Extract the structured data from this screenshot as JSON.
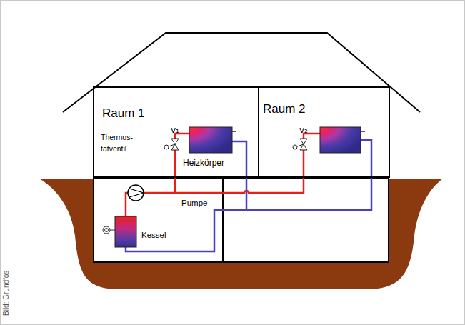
{
  "diagram": {
    "nodes": [
      {
        "text": [
          "Raum 1"
        ]
      },
      {
        "text": [
          "Raum 2"
        ]
      }
    ],
    "labels": [
      "Thermos- tatventil",
      "v₁",
      "Heizkörper",
      "v₂",
      "Pumpe",
      "Kessel",
      "Bild: Grundfos"
    ]
  }
}
